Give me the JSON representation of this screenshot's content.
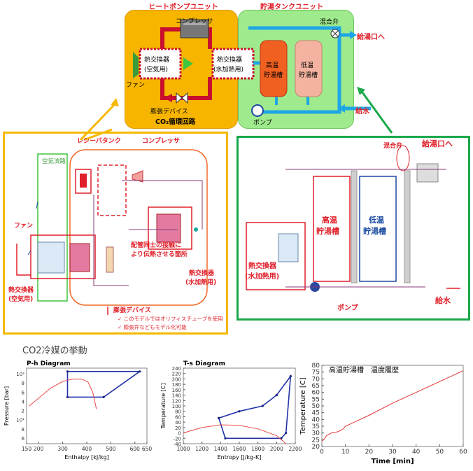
{
  "top": {
    "hp_unit_title": "ヒートポンプユニット",
    "tank_unit_title": "貯湯タンクユニット",
    "compressor": "コンプレッサ",
    "hx_air_1": "熱交換器",
    "hx_air_2": "(空気用)",
    "hx_water_1": "熱交換器",
    "hx_water_2": "(水加熱用)",
    "fan": "ファン",
    "expansion": "膨張デバイス",
    "co2_loop": "CO₂循環回路",
    "tank_high_1": "高温",
    "tank_high_2": "貯湯槽",
    "tank_low_1": "低温",
    "tank_low_2": "貯湯槽",
    "mixing_valve": "混合弁",
    "outlet": "給湯口へ",
    "pump": "ポンプ",
    "supply": "給水"
  },
  "left_model": {
    "receiver": "レシーバタンク",
    "compressor": "コンプレッサ",
    "air_flow": "空気流路",
    "fan": "ファン",
    "contact_1": "配管同士の接触に",
    "contact_2": "より伝熱させる箇所",
    "hx_water_1": "熱交換器",
    "hx_water_2": "(水加熱用)",
    "hx_air_1": "熱交換器",
    "hx_air_2": "(空気用)",
    "expansion": "膨張デバイス",
    "note1": "このモデルではオリフィスチューブを使用",
    "note2": "膨張弁などもモデル化可能"
  },
  "right_model": {
    "mixing_valve": "混合弁",
    "outlet": "給湯口へ",
    "tank_high_1": "高温",
    "tank_high_2": "貯湯槽",
    "tank_low_1": "低温",
    "tank_low_2": "貯湯槽",
    "hx_water_1": "熱交換器",
    "hx_water_2": "(水加熱用)",
    "pump": "ポンプ",
    "supply": "給水"
  },
  "section_title": "CO2冷媒の挙動",
  "colors": {
    "orange": "#f5b800",
    "green": "#1aa84a",
    "red": "#e0202a",
    "blue": "#2233aa",
    "cyan": "#1ea7e6"
  },
  "chart_data": [
    {
      "type": "line",
      "title": "P-h Diagram",
      "xlabel": "Enthalpy [kJ/kg]",
      "ylabel": "Pressure [bar]",
      "xlim": [
        150,
        650
      ],
      "ylim": [
        1,
        150
      ],
      "yscale": "log",
      "xticks": [
        150,
        200,
        300,
        400,
        500,
        600,
        650
      ],
      "ytick_labels": [
        "10²",
        "8",
        "6",
        "4",
        "2",
        "10¹",
        "8",
        "6"
      ],
      "series": [
        {
          "values": [
            [
              320,
              120
            ],
            [
              620,
              120
            ],
            [
              470,
              22
            ],
            [
              320,
              22
            ],
            [
              320,
              120
            ]
          ]
        },
        {
          "values": [
            [
              160,
              12
            ],
            [
              250,
              40
            ],
            [
              300,
              62
            ],
            [
              340,
              72
            ],
            [
              380,
              72
            ],
            [
              405,
              60
            ],
            [
              425,
              30
            ],
            [
              440,
              10
            ]
          ]
        }
      ]
    },
    {
      "type": "line",
      "title": "T-s Diagram",
      "xlabel": "Entropy [J/kg-K]",
      "ylabel": "Temperature [C]",
      "xlim": [
        1000,
        2200
      ],
      "ylim": [
        -40,
        240
      ],
      "xticks": [
        1000,
        1200,
        1400,
        1600,
        1800,
        2000,
        2200
      ],
      "yticks": [
        -40,
        -20,
        0,
        20,
        40,
        60,
        80,
        100,
        120,
        140,
        160,
        180,
        200,
        220,
        240
      ],
      "series": [
        {
          "values": [
            [
              1380,
              55
            ],
            [
              1600,
              80
            ],
            [
              1850,
              100
            ],
            [
              2000,
              140
            ],
            [
              2150,
              210
            ],
            [
              2100,
              0
            ],
            [
              2050,
              -20
            ],
            [
              1450,
              -20
            ],
            [
              1380,
              55
            ]
          ]
        },
        {
          "values": [
            [
              1000,
              0
            ],
            [
              1200,
              20
            ],
            [
              1400,
              30
            ],
            [
              1600,
              28
            ],
            [
              1800,
              15
            ],
            [
              2000,
              -10
            ],
            [
              2100,
              -40
            ]
          ]
        }
      ]
    },
    {
      "type": "line",
      "title": "高温貯湯槽　温度履歴",
      "xlabel": "Time [min]",
      "ylabel": "Temperature [C]",
      "xlim": [
        0,
        60
      ],
      "ylim": [
        20,
        80
      ],
      "xticks": [
        0,
        10,
        20,
        30,
        40,
        50,
        60
      ],
      "yticks": [
        20,
        25,
        30,
        35,
        40,
        45,
        50,
        55,
        60,
        65,
        70,
        75,
        80
      ],
      "series": [
        {
          "values": [
            [
              0,
              24
            ],
            [
              1,
              25.5
            ],
            [
              2,
              28
            ],
            [
              4,
              30
            ],
            [
              7,
              31
            ],
            [
              9,
              33
            ],
            [
              10,
              35
            ],
            [
              15,
              39
            ],
            [
              20,
              43
            ],
            [
              30,
              52
            ],
            [
              40,
              60
            ],
            [
              50,
              68
            ],
            [
              60,
              76
            ]
          ]
        }
      ]
    }
  ]
}
